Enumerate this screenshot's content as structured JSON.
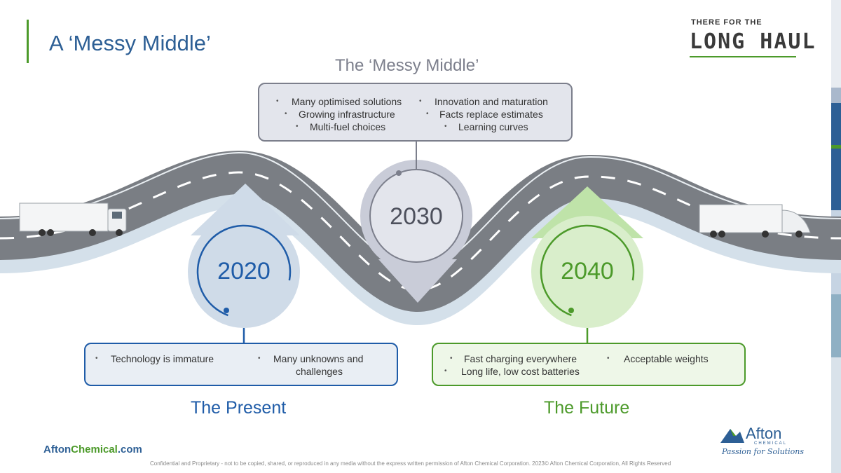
{
  "slide": {
    "title": "A ‘Messy Middle’",
    "messy_heading": "The ‘Messy Middle’"
  },
  "milestones": {
    "present": {
      "year": "2020",
      "label": "The Present",
      "color": "#1f5ca8",
      "bullets": [
        "Technology is immature",
        "Many unknowns and",
        "challenges"
      ]
    },
    "middle": {
      "year": "2030",
      "color": "#7c7f8c",
      "bullets": [
        "Many optimised solutions",
        "Innovation and maturation",
        "Growing infrastructure",
        "Facts replace estimates",
        "Multi-fuel choices",
        "Learning curves"
      ]
    },
    "future": {
      "year": "2040",
      "label": "The Future",
      "color": "#4c9a2a",
      "bullets": [
        "Fast charging everywhere",
        "Acceptable weights",
        "Long life, low cost batteries"
      ]
    }
  },
  "footer": {
    "brand_a": "Afton",
    "brand_b": "Chemical",
    "brand_c": ".com",
    "legal": "Confidential and Proprietary - not to be copied, shared, or reproduced in any media without the express written permission of Afton Chemical Corporation.  2023© Afton Chemical Corporation, All Rights Reserved"
  },
  "logos": {
    "longhaul_top": "THERE FOR THE",
    "longhaul_main": "LONG HAUL",
    "afton_name": "Afton",
    "afton_sub": "CHEMICAL",
    "afton_tagline": "Passion for Solutions"
  },
  "icons": [
    "truck-icon-left",
    "electric-truck-icon-right"
  ]
}
